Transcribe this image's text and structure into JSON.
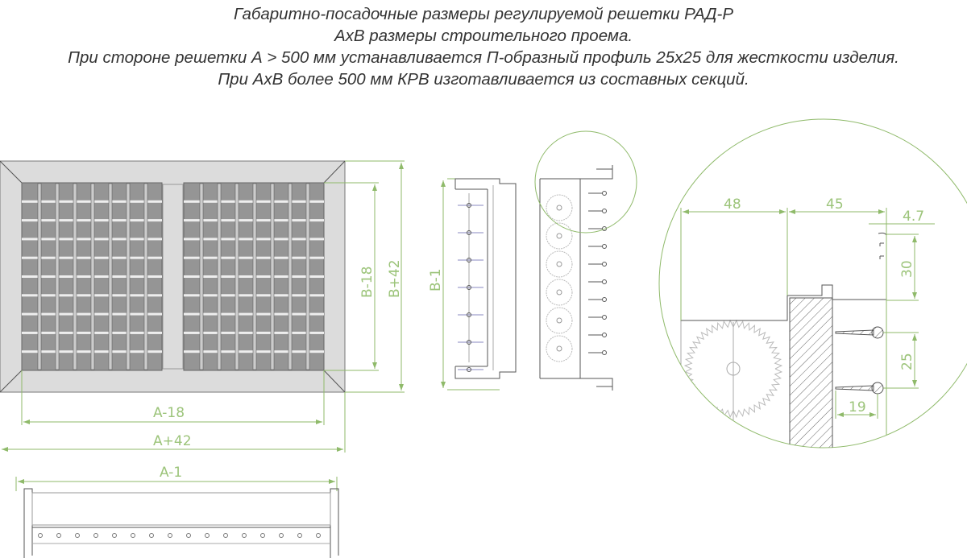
{
  "title": {
    "lines": [
      "Габаритно-посадочные размеры регулируемой решетки РАД-Р",
      "АхВ размеры строительного проема.",
      "При стороне решетки А > 500 мм устанавливается П-образный профиль 25х25 для жесткости изделия.",
      "При АхВ более 500 мм КРВ изготавливается из составных секций."
    ]
  },
  "front_view": {
    "dim_width_inner": "A-18",
    "dim_width_outer": "A+42",
    "dim_height_inner": "B-18",
    "dim_height_outer": "B+42"
  },
  "side_view": {
    "dim_height": "B-1"
  },
  "bottom_view": {
    "dim_width": "A-1"
  },
  "detail": {
    "dim_48": "48",
    "dim_45": "45",
    "dim_4_7": "4.7",
    "dim_30": "30",
    "dim_25": "25",
    "dim_19": "19"
  },
  "colors": {
    "dimension": "#8fba6a",
    "frame": "#dcdcdc",
    "grille": "#959595"
  }
}
